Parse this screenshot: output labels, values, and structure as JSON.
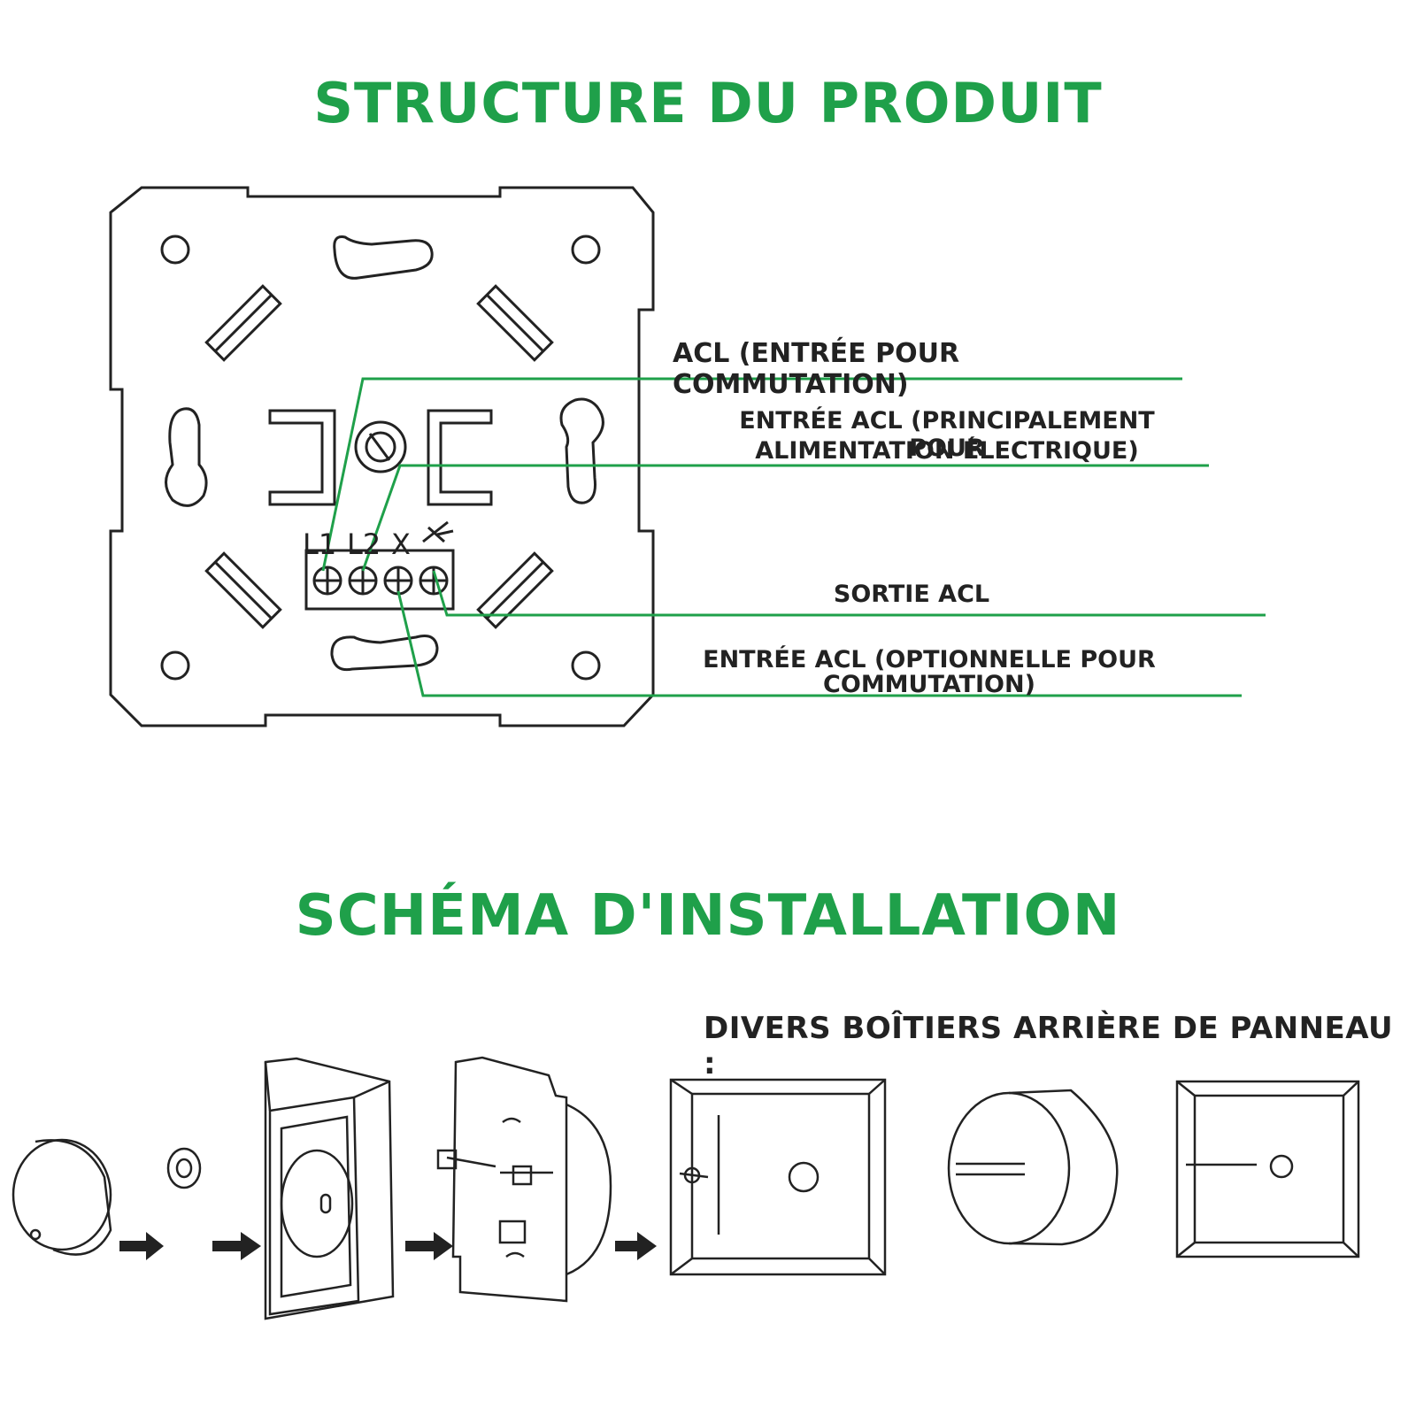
{
  "titles": {
    "structure": "STRUCTURE DU PRODUIT",
    "installation": "SCHÉMA D'INSTALLATION"
  },
  "terminals": [
    "L1",
    "L2",
    "X"
  ],
  "labels": {
    "acl_switch": "ACL (ENTRÉE POUR COMMUTATION)",
    "acl_main_1": "ENTRÉE ACL (PRINCIPALEMENT POUR",
    "acl_main_2": "ALIMENTATION ÉLECTRIQUE)",
    "acl_out": "SORTIE ACL",
    "acl_opt_1": "ENTRÉE ACL (OPTIONNELLE POUR",
    "acl_opt_2": "COMMUTATION)"
  },
  "installation": {
    "back_boxes_label": "DIVERS BOÎTIERS ARRIÈRE DE PANNEAU :"
  },
  "colors": {
    "accent": "#1fa04a",
    "line": "#1fa04a",
    "ink": "#222222"
  },
  "icons": [
    "knob-icon",
    "nut-icon",
    "frame-icon",
    "mechanism-icon",
    "square-box-icon",
    "round-box-icon",
    "arrow-right-icon",
    "ground-symbol-icon"
  ]
}
